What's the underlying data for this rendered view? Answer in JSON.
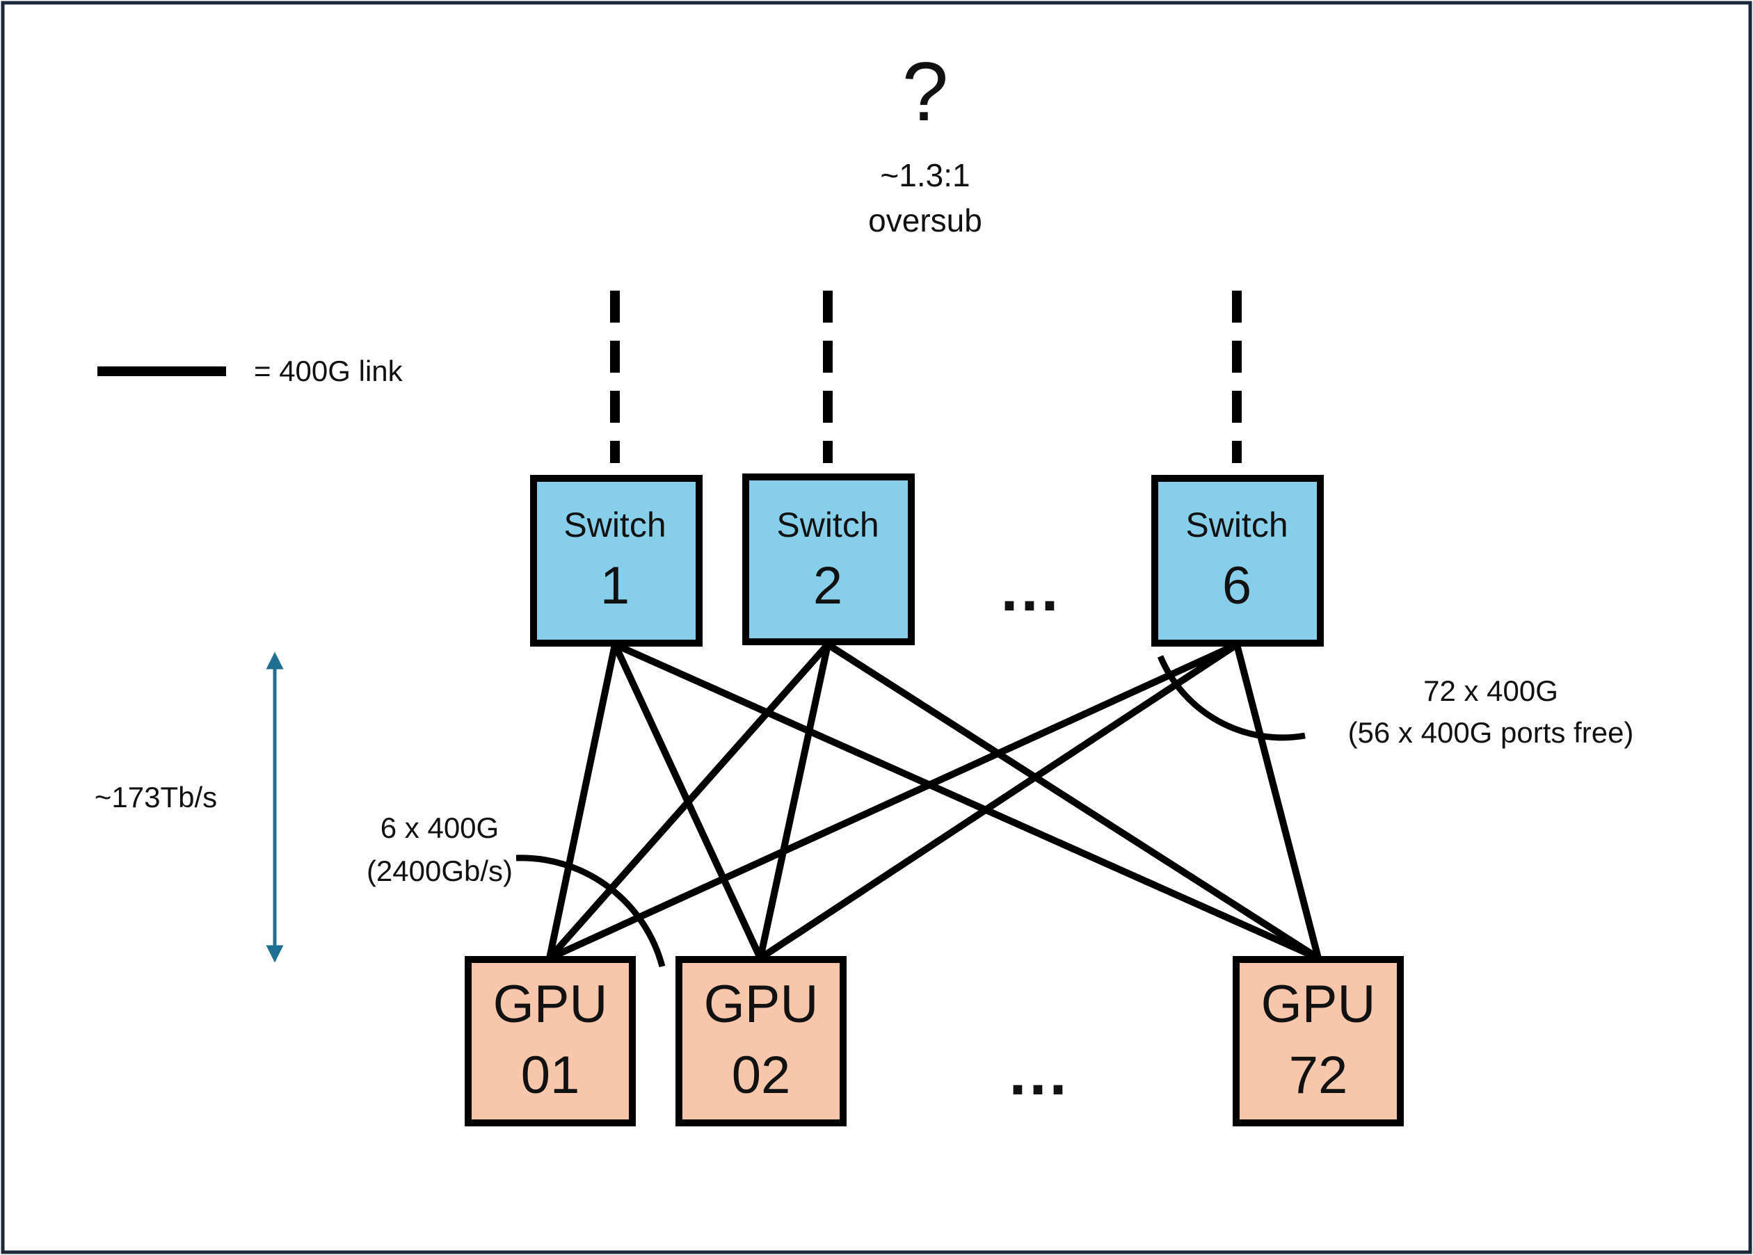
{
  "header": {
    "question": "?",
    "ratio": "~1.3:1",
    "ratio_label": "oversub"
  },
  "legend": {
    "label": "= 400G link"
  },
  "bandwidth": {
    "label": "~173Tb/s",
    "arrow_color": "#1f6f93"
  },
  "switches": [
    {
      "title": "Switch",
      "number": "1"
    },
    {
      "title": "Switch",
      "number": "2"
    },
    {
      "title": "Switch",
      "number": "6"
    }
  ],
  "switch_ellipsis": "...",
  "gpus": [
    {
      "title": "GPU",
      "number": "01"
    },
    {
      "title": "GPU",
      "number": "02"
    },
    {
      "title": "GPU",
      "number": "72"
    }
  ],
  "gpu_ellipsis": "...",
  "gpu_links": {
    "count_label": "6 x 400G",
    "rate_label": "(2400Gb/s)"
  },
  "switch_links": {
    "count_label": "72 x 400G",
    "free_label": "(56 x 400G ports free)"
  },
  "colors": {
    "switch_fill": "#87ceeb",
    "gpu_fill": "#f7c6ab",
    "stroke": "#000000",
    "frame": "#1a2a3a"
  }
}
